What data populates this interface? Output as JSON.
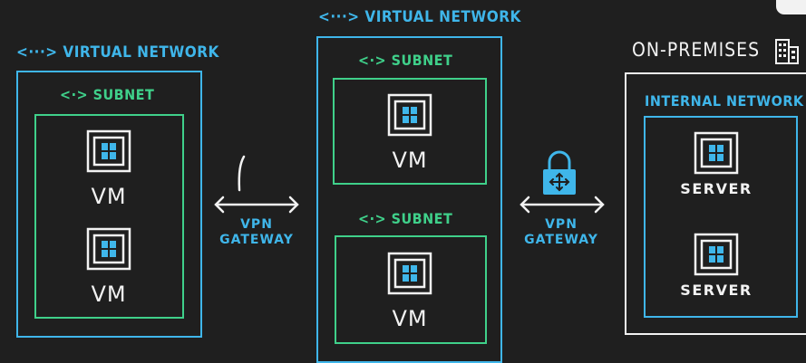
{
  "left_vnet": {
    "title": "VIRTUAL NETWORK",
    "subnet": {
      "title": "SUBNET",
      "vms": [
        "VM",
        "VM"
      ]
    }
  },
  "center_vnet": {
    "title": "VIRTUAL NETWORK",
    "subnets": [
      {
        "title": "SUBNET",
        "vm": "VM"
      },
      {
        "title": "SUBNET",
        "vm": "VM"
      }
    ]
  },
  "gateways": {
    "left": {
      "line1": "VPN",
      "line2": "GATEWAY"
    },
    "right": {
      "line1": "VPN",
      "line2": "GATEWAY"
    }
  },
  "on_premises": {
    "title": "ON-PREMISES",
    "internal_network": {
      "title": "INTERNAL NETWORK",
      "servers": [
        "SERVER",
        "SERVER"
      ]
    }
  },
  "colors": {
    "background": "#1f1f1f",
    "vnet_blue": "#3fb6ea",
    "subnet_green": "#3fd08a",
    "onprem_white": "#f2f2f2",
    "lock_blue": "#3fb6ea"
  },
  "icons": [
    "code-brackets-icon",
    "windows-vm-icon",
    "building-icon",
    "lock-icon",
    "double-arrow-icon"
  ]
}
